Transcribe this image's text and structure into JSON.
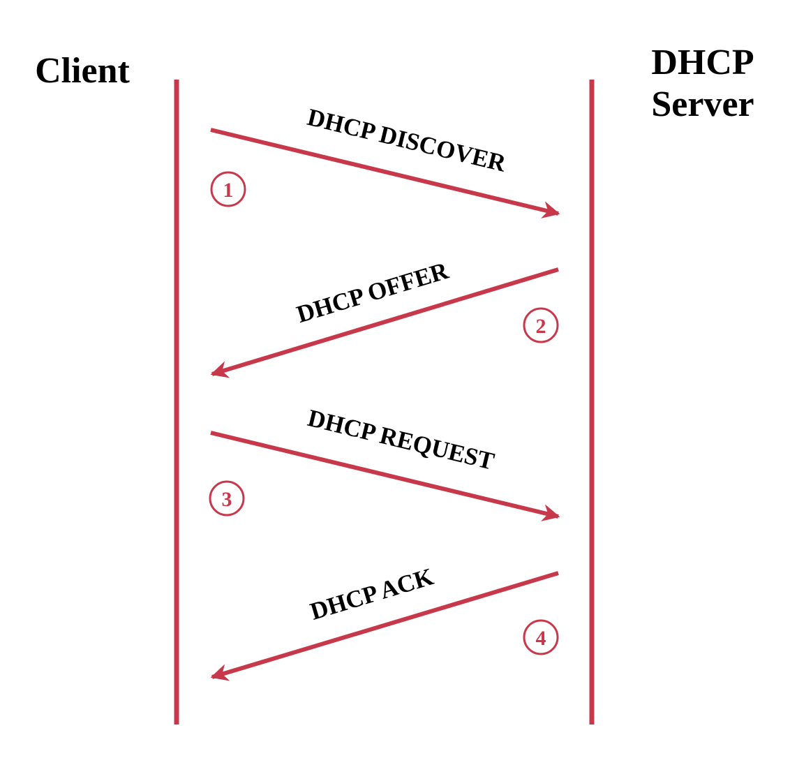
{
  "colors": {
    "accent": "#c8384b",
    "text": "#000000",
    "background": "#ffffff"
  },
  "actors": {
    "client": {
      "label": "Client"
    },
    "server": {
      "label_line1": "DHCP",
      "label_line2": "Server"
    }
  },
  "messages": [
    {
      "step": "1",
      "label": "DHCP DISCOVER",
      "direction": "client-to-server"
    },
    {
      "step": "2",
      "label": "DHCP OFFER",
      "direction": "server-to-client"
    },
    {
      "step": "3",
      "label": "DHCP REQUEST",
      "direction": "client-to-server"
    },
    {
      "step": "4",
      "label": "DHCP ACK",
      "direction": "server-to-client"
    }
  ]
}
